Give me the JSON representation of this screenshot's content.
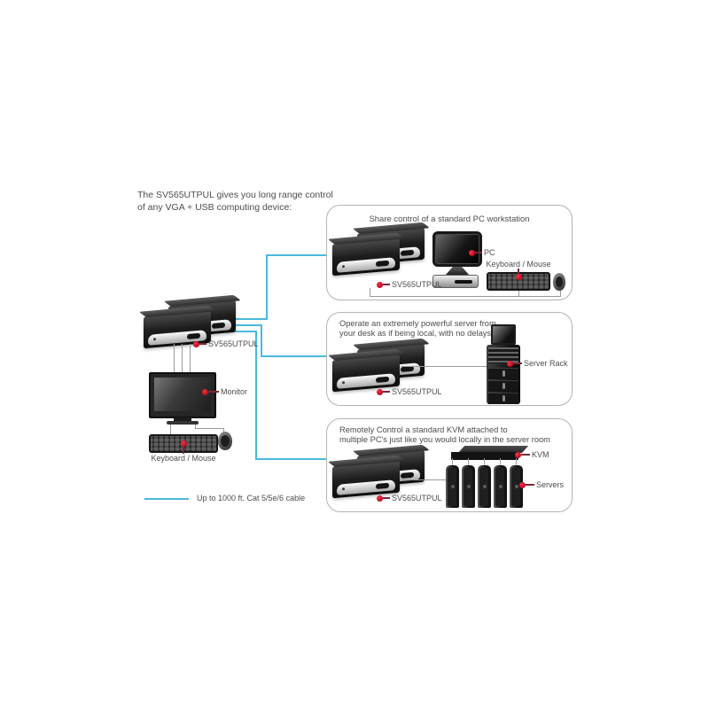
{
  "intro": {
    "line1": "The SV565UTPUL gives you long range control",
    "line2": "of any VGA + USB computing device:"
  },
  "left_setup": {
    "extender_label": "SV565UTPUL",
    "monitor_label": "Monitor",
    "keyboard_label": "Keyboard / Mouse"
  },
  "legend": {
    "label": "Up to 1000 ft. Cat 5/5e/6 cable"
  },
  "boxes": [
    {
      "title": "Share control of a standard PC workstation",
      "labels": {
        "pc": "PC",
        "keyboard": "Keyboard / Mouse",
        "extender": "SV565UTPUL"
      }
    },
    {
      "desc_line1": "Operate an extremely powerful server from",
      "desc_line2": "your desk as if being local, with no delays",
      "labels": {
        "rack": "Server Rack",
        "extender": "SV565UTPUL"
      }
    },
    {
      "desc_line1": "Remotely Control a standard KVM attached to",
      "desc_line2": "multiple PC's just like you would locally in the server room",
      "labels": {
        "kvm": "KVM",
        "servers": "Servers",
        "extender": "SV565UTPUL"
      }
    }
  ],
  "colors": {
    "cable": "#4ab9dc",
    "callout_dot": "#c9102a",
    "callout_line": "#7c2836",
    "text": "#4d4d4d",
    "box_border": "#b4b4b4"
  }
}
